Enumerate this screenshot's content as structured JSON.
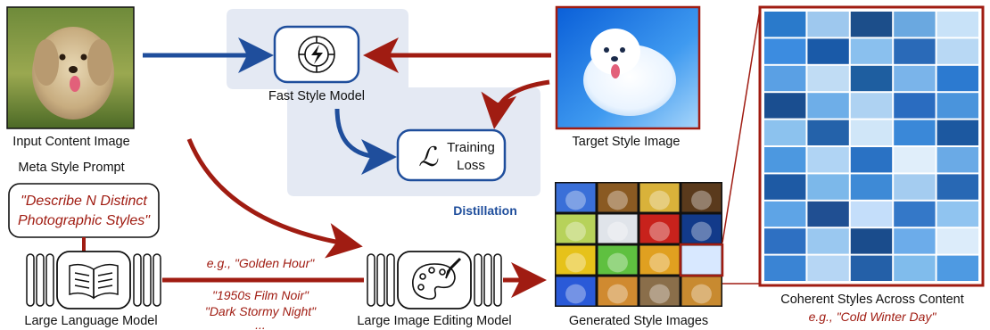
{
  "labels": {
    "input_content": "Input Content Image",
    "meta_style_prompt": "Meta Style Prompt",
    "prompt_line1": "\"Describe N Distinct",
    "prompt_line2": "Photographic Styles\"",
    "fast_style_model": "Fast Style Model",
    "training_line1": "Training",
    "training_line2": "Loss",
    "loss_symbol": "ℒ",
    "distillation": "Distillation",
    "target_style": "Target Style Image",
    "generated_styles": "Generated Style Images",
    "coherent_styles": "Coherent Styles Across Content",
    "coherent_example": "e.g., \"Cold Winter Day\"",
    "llm": "Large Language Model",
    "image_editing_model": "Large Image Editing Model",
    "example_golden": "e.g., \"Golden Hour\"",
    "example_noir": "\"1950s Film Noir\"",
    "example_stormy": "\"Dark Stormy Night\"",
    "example_more": "..."
  },
  "colors": {
    "blue_arrow": "#1f4e9c",
    "red_arrow": "#a01c12",
    "distill_bg": "#e4e9f3",
    "frame_red": "#a01c12",
    "box_blue": "#1f4e9c"
  },
  "icons": {
    "fast_model": "aperture-bolt-icon",
    "llm": "open-book-icon",
    "editor": "palette-brush-icon"
  },
  "grid_colors": {
    "generated": [
      [
        "#3a6fd8",
        "#8a5a22",
        "#d9b23a",
        "#5a3a1c"
      ],
      [
        "#b7d25a",
        "#e0e4ea",
        "#c8221c",
        "#123a8a"
      ],
      [
        "#e6c21a",
        "#5fc040",
        "#e0a020",
        "#2a2a2a"
      ],
      [
        "#2a5ad8",
        "#d08a30",
        "#8a6e4a",
        "#c88a30"
      ]
    ],
    "generated_highlight": "#d8e8ff",
    "coherent": [
      [
        "#2a7acb",
        "#9ec8ee",
        "#1c4e8a",
        "#6aa8e0",
        "#c8e2f8"
      ],
      [
        "#3c8ce0",
        "#1a5aa8",
        "#8ac0ee",
        "#2a6ab8",
        "#b8d8f4"
      ],
      [
        "#5aa0e4",
        "#c0dcf4",
        "#1e5ea0",
        "#7ab4ea",
        "#2c7ad0"
      ],
      [
        "#1a4e90",
        "#6eaee8",
        "#aed2f2",
        "#2a6cc0",
        "#4a94dc"
      ],
      [
        "#8cc2ee",
        "#2462aa",
        "#d0e6f8",
        "#3a88d8",
        "#1c58a0"
      ],
      [
        "#4c98e0",
        "#b0d4f4",
        "#2a72c4",
        "#e0eefa",
        "#6aaae6"
      ],
      [
        "#1e5aa4",
        "#7cb8ea",
        "#3e8ad6",
        "#a4ccf0",
        "#2868b4"
      ],
      [
        "#5ea4e6",
        "#204f92",
        "#c4defa",
        "#3478c8",
        "#90c4f0"
      ],
      [
        "#2e70c2",
        "#9ac8f0",
        "#1a4c8c",
        "#6cacea",
        "#dcecfa"
      ],
      [
        "#3a84d4",
        "#b6d6f4",
        "#2460a8",
        "#80bcec",
        "#4e9ae2"
      ]
    ]
  }
}
